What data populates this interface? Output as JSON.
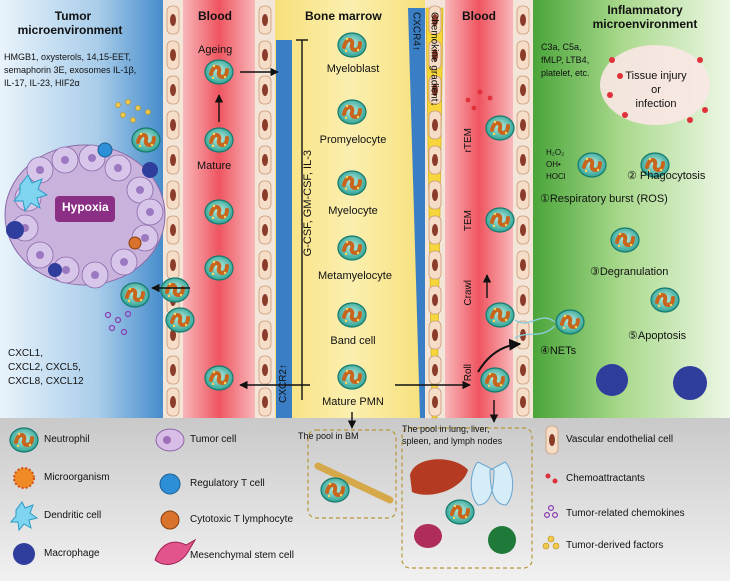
{
  "tumor": {
    "title_line1": "Tumor",
    "title_line2": "microenvironment",
    "factors": [
      "HMGB1, oxysterols, 14,15-EET,",
      "semaphorin 3E, exosomes IL-1β,",
      "IL-17, IL-23, HIF2α"
    ],
    "hypoxia": "Hypoxia",
    "chemokines": [
      "CXCL1,",
      "CXCL2, CXCL5,",
      "CXCL8, CXCL12"
    ]
  },
  "blood_left": {
    "title": "Blood",
    "ageing": "Ageing",
    "mature": "Mature"
  },
  "bone_marrow": {
    "title": "Bone marrow",
    "stages": [
      "Myeloblast",
      "Promyelocyte",
      "Myelocyte",
      "Metamyelocyte",
      "Band cell",
      "Mature PMN"
    ],
    "growth_factors": "G-CSF, GM-CSF, IL-3",
    "cxcr2": "CXCR2↑",
    "cxcr4": "CXCR4↑",
    "chemokine_gradient": "Chemokine gradient↓"
  },
  "blood_right": {
    "title": "Blood",
    "rtem": "rTEM",
    "tem": "TEM",
    "crawl": "Crawl",
    "roll": "Roll"
  },
  "inflammatory": {
    "title_line1": "Inflammatory",
    "title_line2": "microenvironment",
    "attractants": [
      "C3a, C5a,",
      "fMLP, LTB4,",
      "platelet, etc."
    ],
    "injury": [
      "Tissue injury",
      "or",
      "infection"
    ],
    "ros": [
      "H₂O₂",
      "OH•",
      "HOCl"
    ],
    "phagocytosis": "② Phagocytosis",
    "respiratory_burst": "①Respiratory burst (ROS)",
    "degranulation": "③Degranulation",
    "nets": "④NETs",
    "apoptosis": "⑤Apoptosis"
  },
  "pools": {
    "bm": "The  pool in BM",
    "organs_line1": "The pool in lung, liver,",
    "organs_line2": "spleen, and lymph nodes"
  },
  "legend": {
    "neutrophil": "Neutrophil",
    "microorganism": "Microorganism",
    "dendritic": "Dendritic cell",
    "macrophage": "Macrophage",
    "tumor_cell": "Tumor cell",
    "treg": "Regulatory T cell",
    "ctl": "Cytotoxic T lymphocyte",
    "msc": "Mesenchymal stem cell",
    "endothelial": "Vascular endothelial cell",
    "chemoattractants": "Chemoattractants",
    "tumor_chemokines": "Tumor-related chemokines",
    "tumor_factors": "Tumor-derived factors"
  },
  "colors": {
    "tumor_bg": "#3b86c8",
    "blood": "#f0606a",
    "bone_marrow": "#f7e27a",
    "inflammatory_bg": "#7cc05a",
    "neutrophil": "#2aa89a",
    "nucleus": "#e07a2a"
  }
}
